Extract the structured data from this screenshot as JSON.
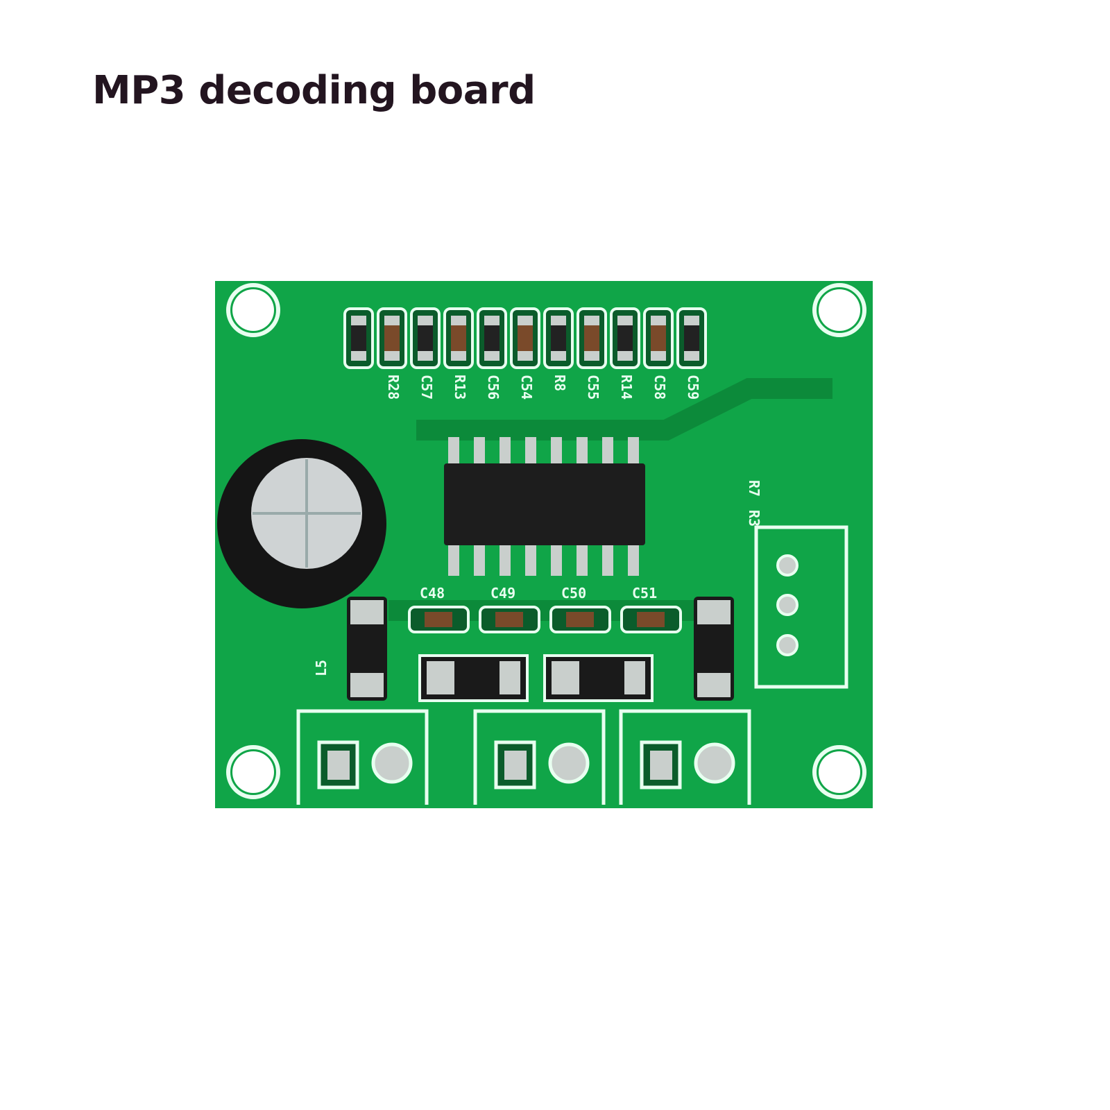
{
  "title": "MP3 decoding board",
  "board": {
    "colors": {
      "pcb": "#10a548",
      "trace": "#0c8a3a",
      "silk": "#e8fff0",
      "chip": "#1d1d1d",
      "pad": "#c9cfcc"
    },
    "top_labels": [
      "R28",
      "C57",
      "R13",
      "C56",
      "C54",
      "R8",
      "C55",
      "R14",
      "C58",
      "C59"
    ],
    "cap_labels": [
      "C48",
      "C49",
      "C50",
      "C51"
    ],
    "side_labels": [
      "L5",
      "R7",
      "R3"
    ]
  }
}
